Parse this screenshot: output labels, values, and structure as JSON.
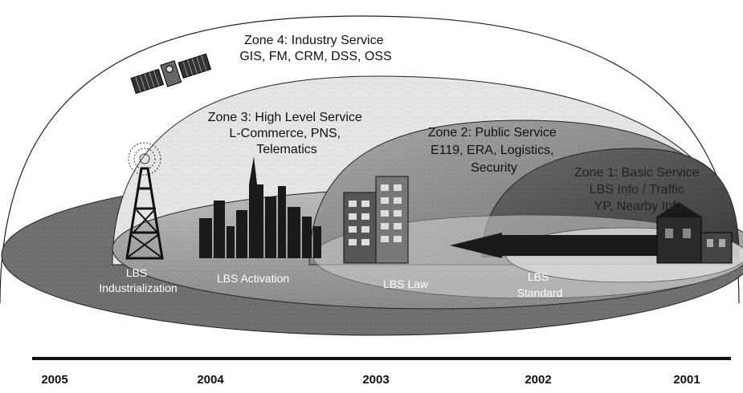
{
  "zones": [
    {
      "id": "zone4",
      "lines": [
        "Zone 4: Industry Service",
        "GIS, FM, CRM, DSS, OSS"
      ]
    },
    {
      "id": "zone3",
      "lines": [
        "Zone 3: High Level Service",
        "L-Commerce, PNS,",
        "Telematics"
      ]
    },
    {
      "id": "zone2",
      "lines": [
        "Zone 2: Public Service",
        "E119, ERA, Logistics,",
        "Security"
      ]
    },
    {
      "id": "zone1",
      "lines": [
        "Zone 1: Basic Service",
        "LBS Info / Traffic",
        "YP, Nearby Info"
      ]
    }
  ],
  "base_labels": [
    {
      "id": "industrialization",
      "lines": [
        "LBS",
        "Industrialization"
      ]
    },
    {
      "id": "activation",
      "lines": [
        "LBS Activation"
      ]
    },
    {
      "id": "law",
      "lines": [
        "LBS Law"
      ]
    },
    {
      "id": "standard",
      "lines": [
        "LBS",
        "Standard"
      ]
    }
  ],
  "timeline": {
    "years": [
      "2005",
      "2004",
      "2003",
      "2002",
      "2001"
    ]
  },
  "colors": {
    "zone4_fill": "#ffffff",
    "zone3_fill": "#e2e2e2",
    "zone2_fill": "#8c8c8c",
    "zone1_fill": "#5a5a5a",
    "base_ring": "#7a7a7a",
    "timeline": "#111111"
  }
}
